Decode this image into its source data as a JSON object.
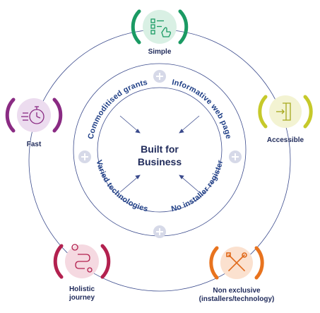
{
  "center": {
    "line1": "Built for",
    "line2": "Business"
  },
  "arc_labels": {
    "top_left": "Commoditised grants",
    "top_right": "Informative web page",
    "bottom_left": "Varied technologies",
    "bottom_right": "No installer register"
  },
  "nodes": [
    {
      "id": "simple",
      "label": "Simple",
      "accent": "#1a9a63",
      "icon": "checklist-icon"
    },
    {
      "id": "accessible",
      "label": "Accessible",
      "accent": "#c6c92a",
      "icon": "door-enter-icon"
    },
    {
      "id": "non-exclusive",
      "label_line1": "Non exclusive",
      "label_line2": "(installers/technology)",
      "accent": "#e8731e",
      "icon": "tools-icon"
    },
    {
      "id": "holistic",
      "label_line1": "Holistic",
      "label_line2": "journey",
      "accent": "#b3214f",
      "icon": "route-icon"
    },
    {
      "id": "fast",
      "label": "Fast",
      "accent": "#8a2b83",
      "icon": "stopwatch-icon"
    }
  ],
  "colors": {
    "ring": "#3a4a8c",
    "plus": "#d6d9e8",
    "text": "#1f2a5a"
  }
}
